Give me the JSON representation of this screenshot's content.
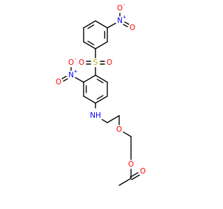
{
  "molecule": {
    "colors": {
      "bond": "#000000",
      "O": "#ff0000",
      "N": "#0000ff",
      "S": "#b3b300",
      "background": "#ffffff"
    },
    "atoms": [
      {
        "id": "N1",
        "label": "N",
        "charge": "+",
        "color": "N"
      },
      {
        "id": "O1",
        "label": "O",
        "charge": "-",
        "color": "O"
      },
      {
        "id": "O2",
        "label": "O",
        "color": "O"
      },
      {
        "id": "S1",
        "label": "S",
        "color": "S"
      },
      {
        "id": "O3",
        "label": "O",
        "color": "O"
      },
      {
        "id": "O4",
        "label": "O",
        "color": "O"
      },
      {
        "id": "N2",
        "label": "N",
        "charge": "+",
        "color": "N"
      },
      {
        "id": "O5",
        "label": "O",
        "charge": "-",
        "color": "O"
      },
      {
        "id": "O6",
        "label": "O",
        "color": "O"
      },
      {
        "id": "NH",
        "label": "NH",
        "color": "N"
      },
      {
        "id": "O7",
        "label": "O",
        "color": "O"
      },
      {
        "id": "O8",
        "label": "O",
        "color": "O"
      },
      {
        "id": "O9",
        "label": "O",
        "color": "O"
      }
    ]
  }
}
